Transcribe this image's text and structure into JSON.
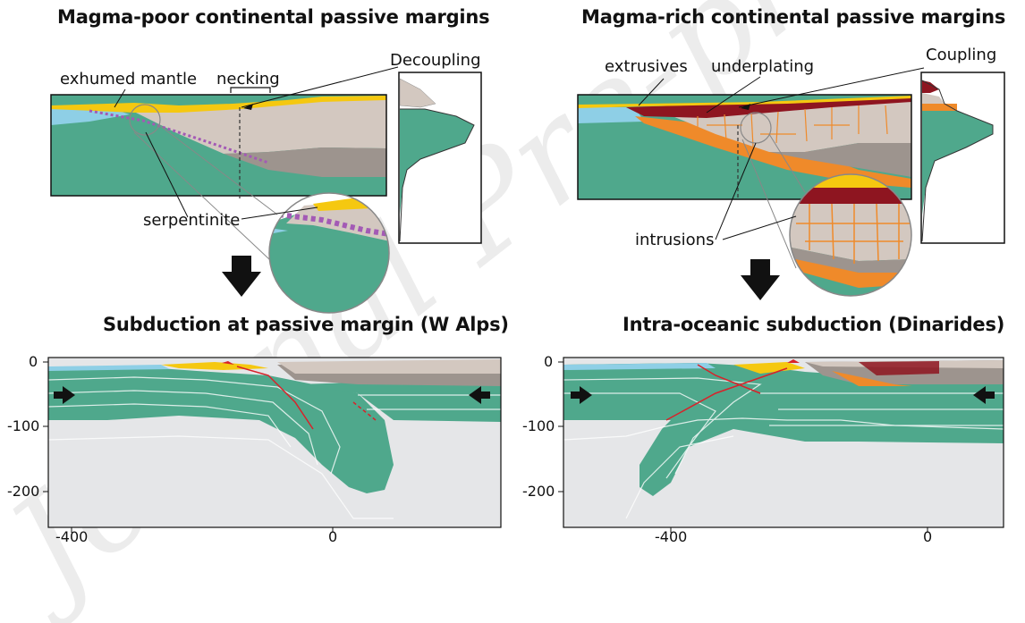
{
  "watermark": "Journal Pre-proof",
  "top_left": {
    "title": "Magma-poor continental passive margins",
    "labels": {
      "exhumed_mantle": "exhumed mantle",
      "necking": "necking",
      "decoupling": "Decoupling",
      "serpentinite": "serpentinite"
    }
  },
  "top_right": {
    "title": "Magma-rich continental passive margins",
    "labels": {
      "extrusives": "extrusives",
      "underplating": "underplating",
      "coupling": "Coupling",
      "intrusions": "intrusions"
    }
  },
  "bottom_left": {
    "title": "Subduction at passive margin (W Alps)",
    "y_ticks": [
      "0",
      "-100",
      "-200"
    ],
    "x_ticks": [
      "-400",
      "0"
    ]
  },
  "bottom_right": {
    "title": "Intra-oceanic subduction (Dinarides)",
    "y_ticks": [
      "0",
      "-100",
      "-200"
    ],
    "x_ticks": [
      "-400",
      "0"
    ]
  },
  "colors": {
    "mantle": "#4fa88c",
    "crust_upper": "#d3c8c0",
    "crust_lower": "#9d948e",
    "sediment": "#f5c810",
    "ocean": "#8ecfe6",
    "basalt": "#8e1520",
    "underplate": "#ef8a2a",
    "serpentinite": "#a35ab5",
    "asthenosphere": "#e5e6e8",
    "fault": "#d8222a"
  }
}
